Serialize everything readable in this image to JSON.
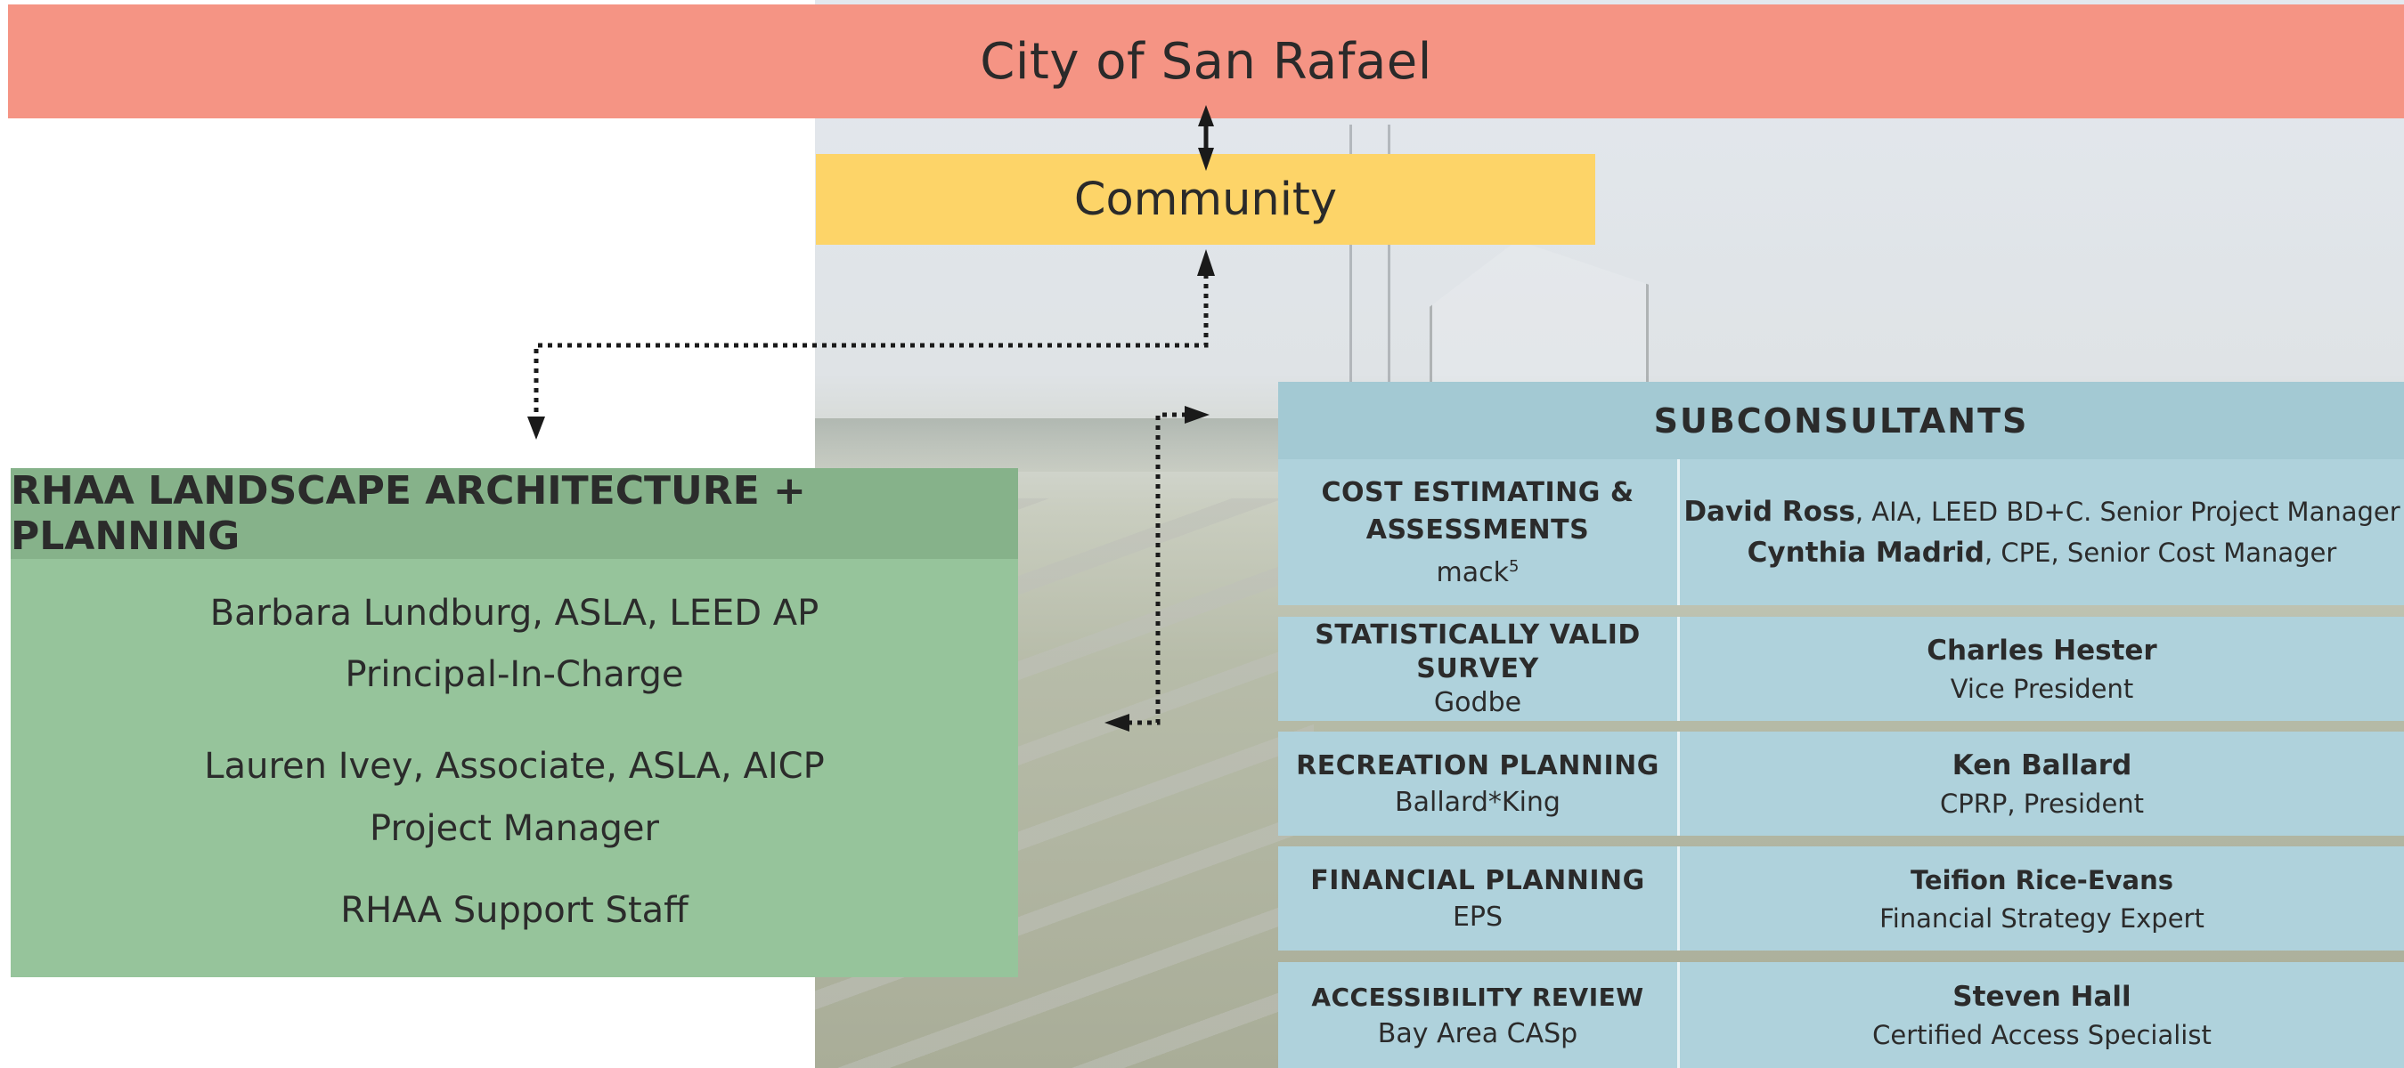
{
  "city": {
    "label": "City of San Rafael"
  },
  "community": {
    "label": "Community"
  },
  "rhaa": {
    "title": "RHAA LANDSCAPE ARCHITECTURE + PLANNING",
    "lines": [
      "Barbara Lundburg, ASLA, LEED AP",
      "Principal-In-Charge",
      "Lauren Ivey, Associate, ASLA, AICP",
      "Project Manager",
      "RHAA Support Staff"
    ]
  },
  "subconsultants": {
    "title": "SUBCONSULTANTS",
    "rows": [
      {
        "category_lines": [
          "COST ESTIMATING &",
          "ASSESSMENTS"
        ],
        "firm": "mack",
        "firm_sup": "5",
        "people": [
          {
            "name": "David Ross",
            "detail": ", AIA, LEED BD+C. Senior Project Manager"
          },
          {
            "name": "Cynthia Madrid",
            "detail": ", CPE, Senior Cost Manager"
          }
        ]
      },
      {
        "category_lines": [
          "STATISTICALLY VALID",
          "SURVEY"
        ],
        "firm": "Godbe",
        "name": "Charles Hester",
        "title": "Vice President"
      },
      {
        "category_lines": [
          "RECREATION PLANNING"
        ],
        "firm": "Ballard*King",
        "name": "Ken Ballard",
        "title": "CPRP, President"
      },
      {
        "category_lines": [
          "FINANCIAL PLANNING"
        ],
        "firm": "EPS",
        "name": "Teifion Rice-Evans",
        "title": "Financial Strategy Expert"
      },
      {
        "category_lines": [
          "ACCESSIBILITY REVIEW"
        ],
        "firm": "Bay Area CASp",
        "name": "Steven Hall",
        "title": "Certified Access Specialist"
      }
    ]
  },
  "colors": {
    "city_banner": "#f59484",
    "community_banner": "#fdd468",
    "rhaa_body": "#96c49b",
    "rhaa_header": "#86b28a",
    "sub_header": "#a3c9d3",
    "sub_row": "#afd2dc"
  }
}
